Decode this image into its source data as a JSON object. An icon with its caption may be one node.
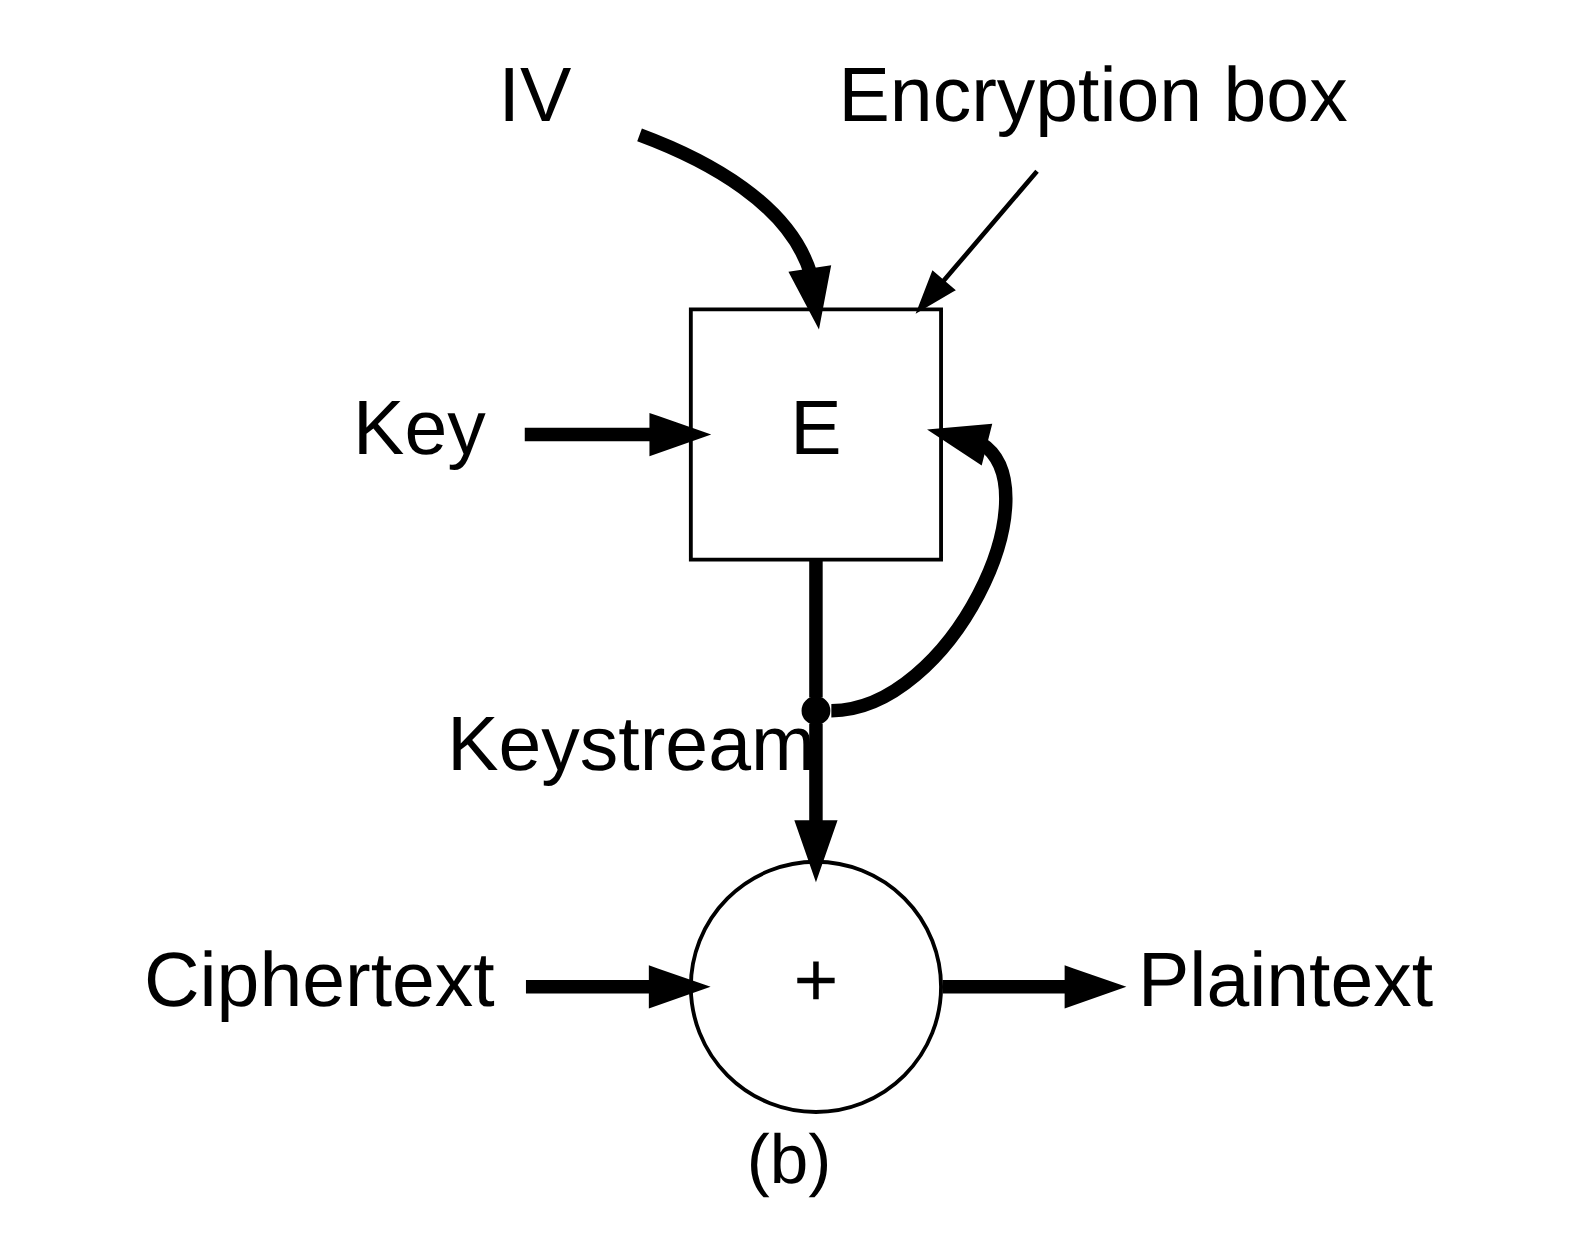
{
  "diagram": {
    "caption": "(b)",
    "nodes": [
      {
        "text": [
          "IV"
        ]
      },
      {
        "text": [
          "Encryption box"
        ]
      },
      {
        "text": [
          "Key"
        ]
      },
      {
        "text": [
          "E"
        ]
      },
      {
        "text": [],
        "shape": "circle"
      },
      {
        "text": [
          "Ciphertext"
        ]
      },
      {
        "text": [
          "+"
        ]
      },
      {
        "text": [
          "Plaintext"
        ]
      }
    ],
    "edges": [
      {
        "from": 0,
        "to": 3,
        "arrow": "to"
      },
      {
        "from": 1,
        "to": 3,
        "arrow": "to"
      },
      {
        "from": 2,
        "to": 3,
        "arrow": "to"
      },
      {
        "from": 3,
        "to": 4,
        "arrow": "none"
      },
      {
        "from": 4,
        "to": 3,
        "arrow": "to"
      },
      {
        "from": 4,
        "to": 6,
        "arrow": "to",
        "label": "Keystream"
      },
      {
        "from": 5,
        "to": 6,
        "arrow": "to"
      },
      {
        "from": 6,
        "to": 7,
        "arrow": "to"
      }
    ]
  }
}
